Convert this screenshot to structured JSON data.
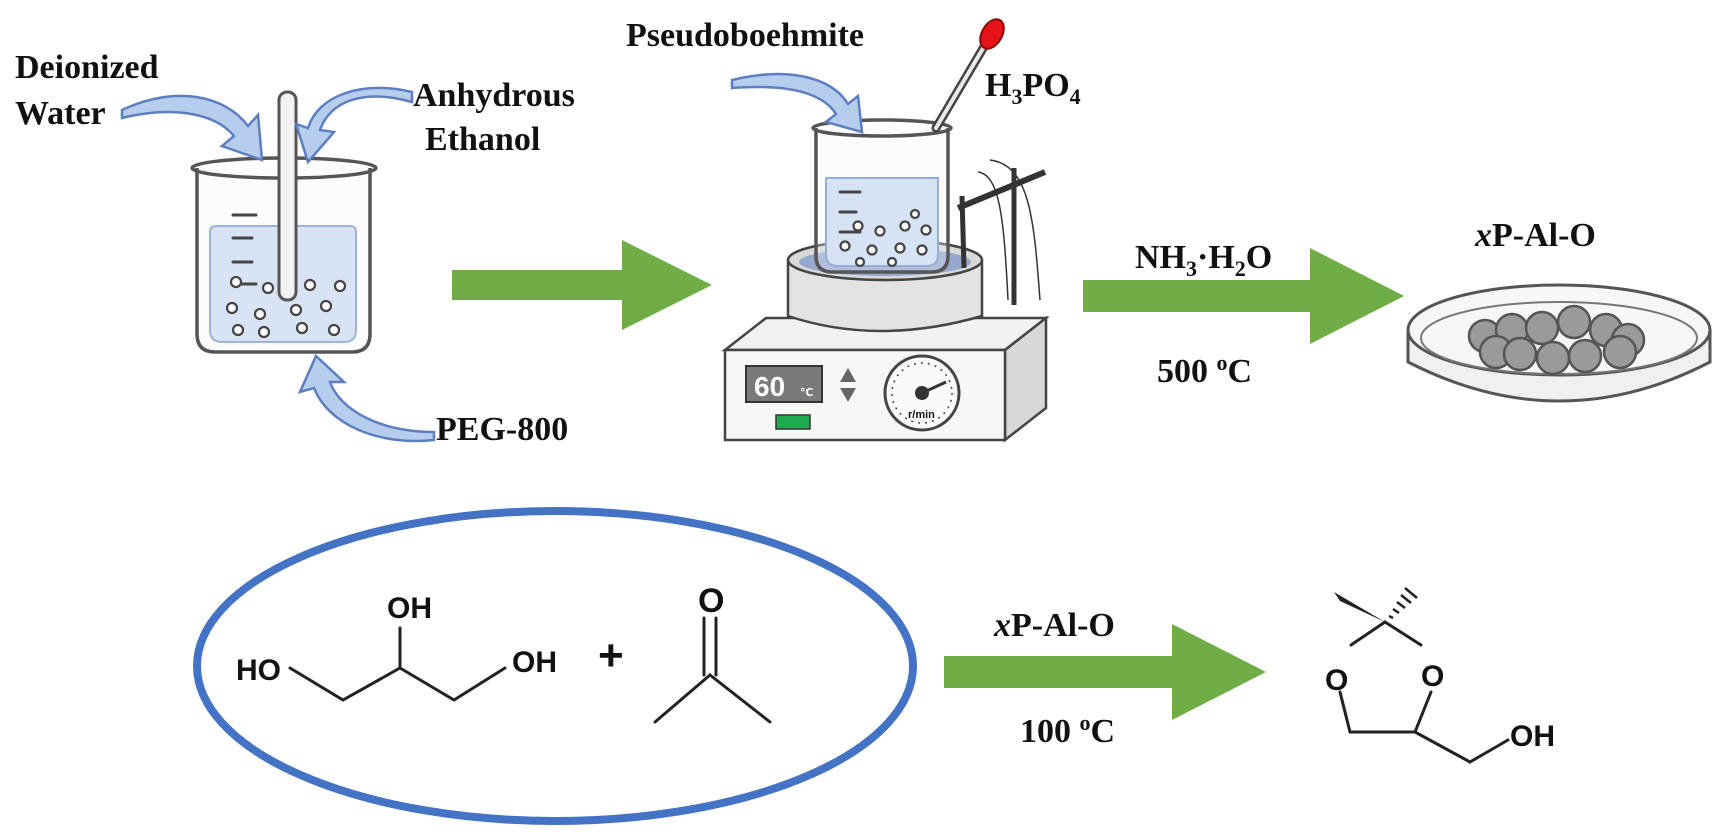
{
  "colors": {
    "green_arrow": "#70ad47",
    "ellipse_border": "#4472c4",
    "liquid": "#c9dbf3",
    "led": "#1faa50",
    "dropper_bulb": "#e8121b"
  },
  "step1": {
    "label_water_line1": "Deionized",
    "label_water_line2": "Water",
    "label_ethanol_line1": "Anhydrous",
    "label_ethanol_line2": "Ethanol",
    "label_peg": "PEG-800"
  },
  "step2": {
    "label_pseudo": "Pseudoboehmite",
    "label_acid": "H3PO4",
    "display_value": "60",
    "display_unit": "℃",
    "dial_label": "r/min"
  },
  "arrow2": {
    "reagent": "NH3·H2O",
    "temperature": "500 oC"
  },
  "product": {
    "label_prefix": "x",
    "label_rest": "P-Al-O"
  },
  "reaction": {
    "oh_top": "OH",
    "oh_left": "HO",
    "oh_right": "OH",
    "plus": "+",
    "acetone_o": "O",
    "catalyst_prefix": "x",
    "catalyst_rest": "P-Al-O",
    "temperature": "100 oC",
    "ring_o_left": "O",
    "ring_o_right": "O",
    "product_oh": "OH"
  },
  "icons": [
    "stirring-rod-icon",
    "dropper-icon",
    "hot-plate-icon",
    "petri-dish-icon",
    "sphere-icon"
  ]
}
